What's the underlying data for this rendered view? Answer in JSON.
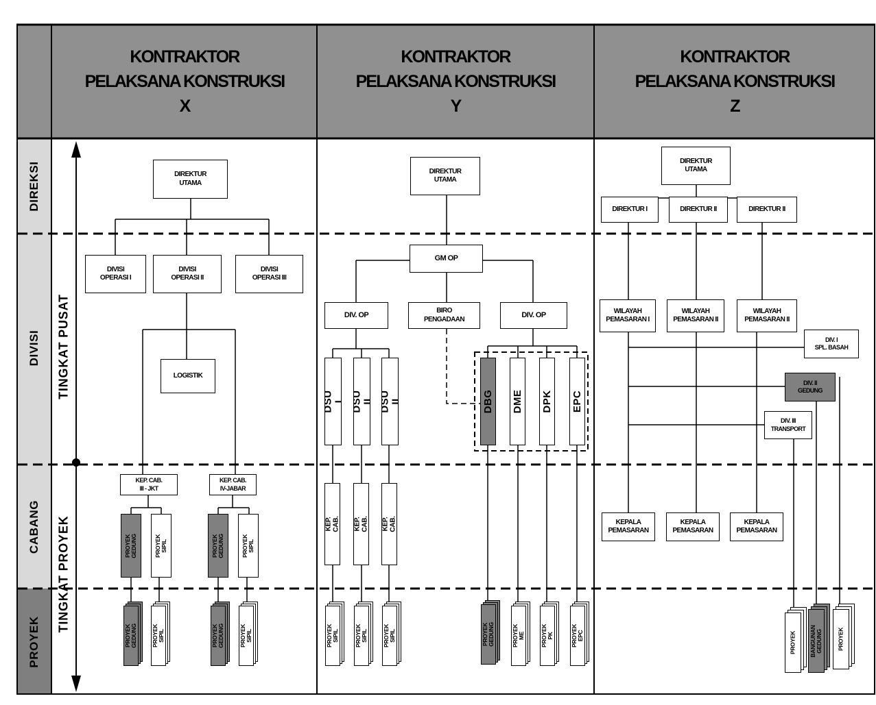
{
  "columns": {
    "x": {
      "title": "KONTRAKTOR\nPELAKSANA KONSTRUKSI\nX"
    },
    "y": {
      "title": "KONTRAKTOR\nPELAKSANA KONSTRUKSI\nY"
    },
    "z": {
      "title": "KONTRAKTOR\nPELAKSANA KONSTRUKSI\nZ"
    }
  },
  "levels": {
    "direksi": "DIREKSI",
    "divisi": "DIVISI",
    "cabang": "CABANG",
    "proyek": "PROYEK"
  },
  "tiers": {
    "pusat": "TINGKAT PUSAT",
    "proyek": "TINGKAT PROYEK"
  },
  "x": {
    "direktur_utama": "DIREKTUR\nUTAMA",
    "divisi_operasi_1": "DIVISI\nOPERASI I",
    "divisi_operasi_2": "DIVISI\nOPERASI II",
    "divisi_operasi_3": "DIVISI\nOPERASI III",
    "logistik": "LOGISTIK",
    "kep_cab_3": "KEP. CAB.\nIII - JKT",
    "kep_cab_4": "KEP. CAB.\nIV-JABAR",
    "proyek_gedung": "PROYEK\nGEDUNG",
    "proyek_sipil": "PROYEK\nSIPIL"
  },
  "y": {
    "direktur_utama": "DIREKTUR\nUTAMA",
    "gm_op": "GM OP",
    "div_op": "DIV. OP",
    "biro_pengadaan": "BIRO\nPENGADAAN",
    "dsu": [
      "DSU I",
      "DSU II",
      "DSU II"
    ],
    "divisions": [
      "DBG",
      "DME",
      "DPK",
      "EPC"
    ],
    "kep_cab": "KEP. CAB.",
    "proyek_sipil": "PROYEK\nSIPIL",
    "proyek_gedung": "PROYEK\nGEDUNG",
    "proyek_me": "PROYEK ME",
    "proyek_pk": "PROYEK PK",
    "proyek_epc": "PROYEK\nEPC"
  },
  "z": {
    "direktur_utama": "DIREKTUR\nUTAMA",
    "direktur": [
      "DIREKTUR I",
      "DIREKTUR II",
      "DIREKTUR II"
    ],
    "wilayah": [
      "WILAYAH\nPEMASARAN I",
      "WILAYAH\nPEMASARAN II",
      "WILAYAH\nPEMASARAN II"
    ],
    "div_1": "DIV. I\nSPL. BASAH",
    "div_2": "DIV. II\nGEDUNG",
    "div_3": "DIV. III\nTRANSPORT",
    "kepala_pemasaran": "KEPALA\nPEMASARAN",
    "proyek": "PROYEK",
    "bangunan_gedung": "BANGUNAN\nGEDUNG"
  },
  "colors": {
    "header_fill": "#909090",
    "gray_box": "#808080",
    "band_light": "#d9d9d9",
    "band_dark": "#7f7f7f"
  }
}
